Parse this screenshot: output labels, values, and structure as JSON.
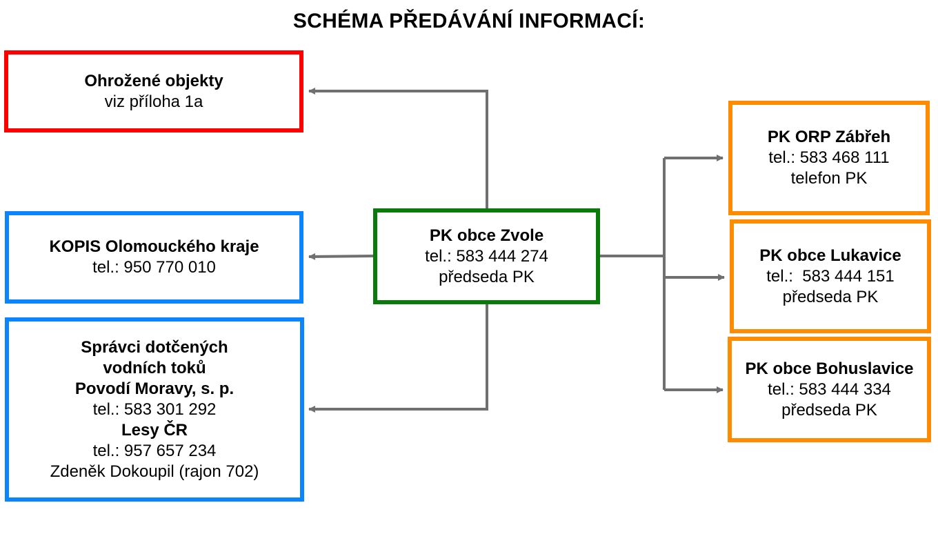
{
  "title": "SCHÉMA PŘEDÁVÁNÍ INFORMACÍ:",
  "colors": {
    "red": "#ff0000",
    "blue": "#0a84ff",
    "green": "#0a7a0a",
    "orange": "#ff8c00",
    "arrow": "#707070"
  },
  "center": {
    "name": "PK obce Zvole",
    "phone": "tel.: 583 444 274",
    "role": "předseda PK"
  },
  "left": {
    "threatened": {
      "name": "Ohrožené objekty",
      "note": "viz příloha 1a"
    },
    "kopis": {
      "name": "KOPIS Olomouckého kraje",
      "phone": "tel.: 950 770 010"
    },
    "water": {
      "heading_1": "Správci dotčených",
      "heading_2": "vodních toků",
      "org_1": "Povodí Moravy, s. p.",
      "org_1_phone": "tel.: 583 301 292",
      "org_2": "Lesy ČR",
      "org_2_phone": "tel.: 957 657 234",
      "contact": "Zdeněk Dokoupil (rajon 702)"
    }
  },
  "right": {
    "orp": {
      "name": "PK ORP Zábřeh",
      "phone": "tel.: 583 468 111",
      "role": "telefon PK"
    },
    "lukavice": {
      "name": "PK obce Lukavice",
      "phone": "tel.:  583 444 151",
      "role": "předseda PK"
    },
    "bohuslavice": {
      "name": "PK obce Bohuslavice",
      "phone": "tel.: 583 444 334",
      "role": "předseda PK"
    }
  }
}
